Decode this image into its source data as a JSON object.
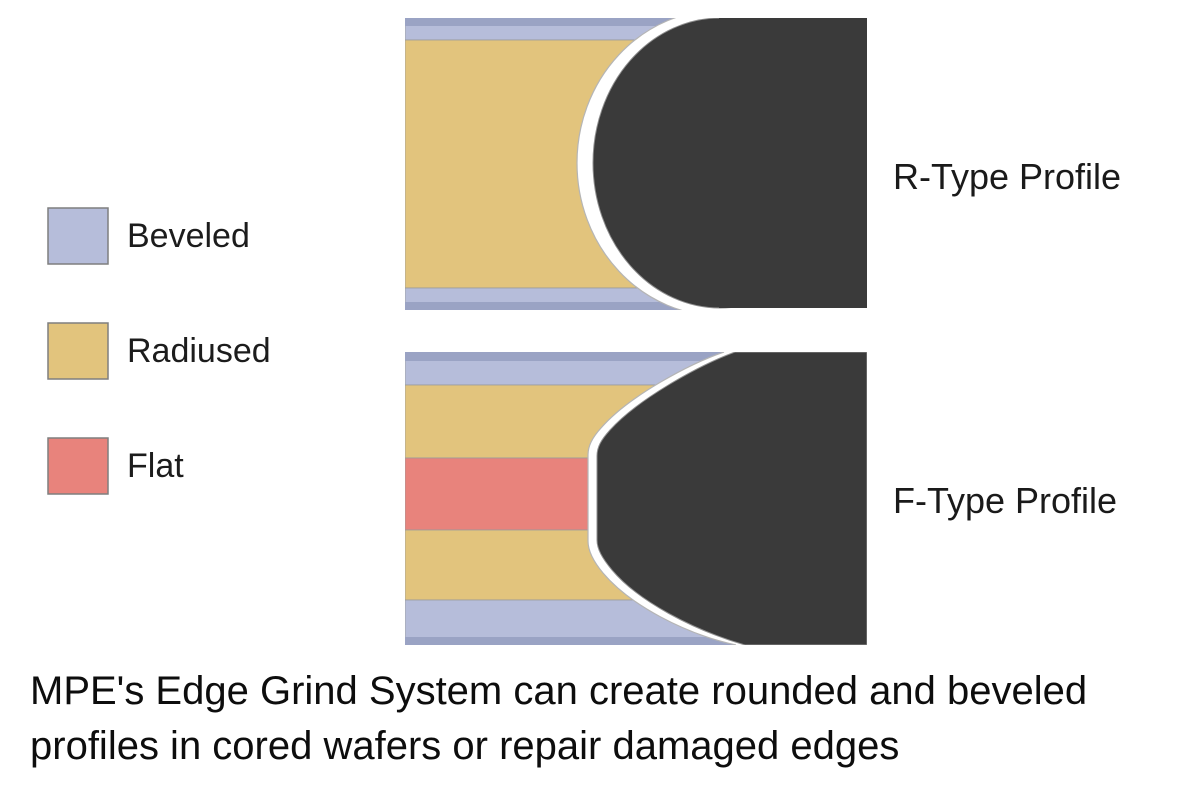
{
  "legend": {
    "items": [
      {
        "label": "Beveled",
        "color": "#b6bdda"
      },
      {
        "label": "Radiused",
        "color": "#e2c47d"
      },
      {
        "label": "Flat",
        "color": "#e8837c"
      }
    ]
  },
  "profiles": {
    "r_type": {
      "label": "R-Type Profile"
    },
    "f_type": {
      "label": "F-Type Profile"
    }
  },
  "caption": {
    "line1": "MPE's Edge Grind System can create rounded and beveled",
    "line2": "profiles in cored wafers or repair damaged edges"
  },
  "colors": {
    "beveled": "#b6bdda",
    "beveled_shade": "#9aa3c4",
    "radiused": "#e2c47d",
    "flat": "#e8837c",
    "wafer_dark": "#3a3a3a"
  }
}
